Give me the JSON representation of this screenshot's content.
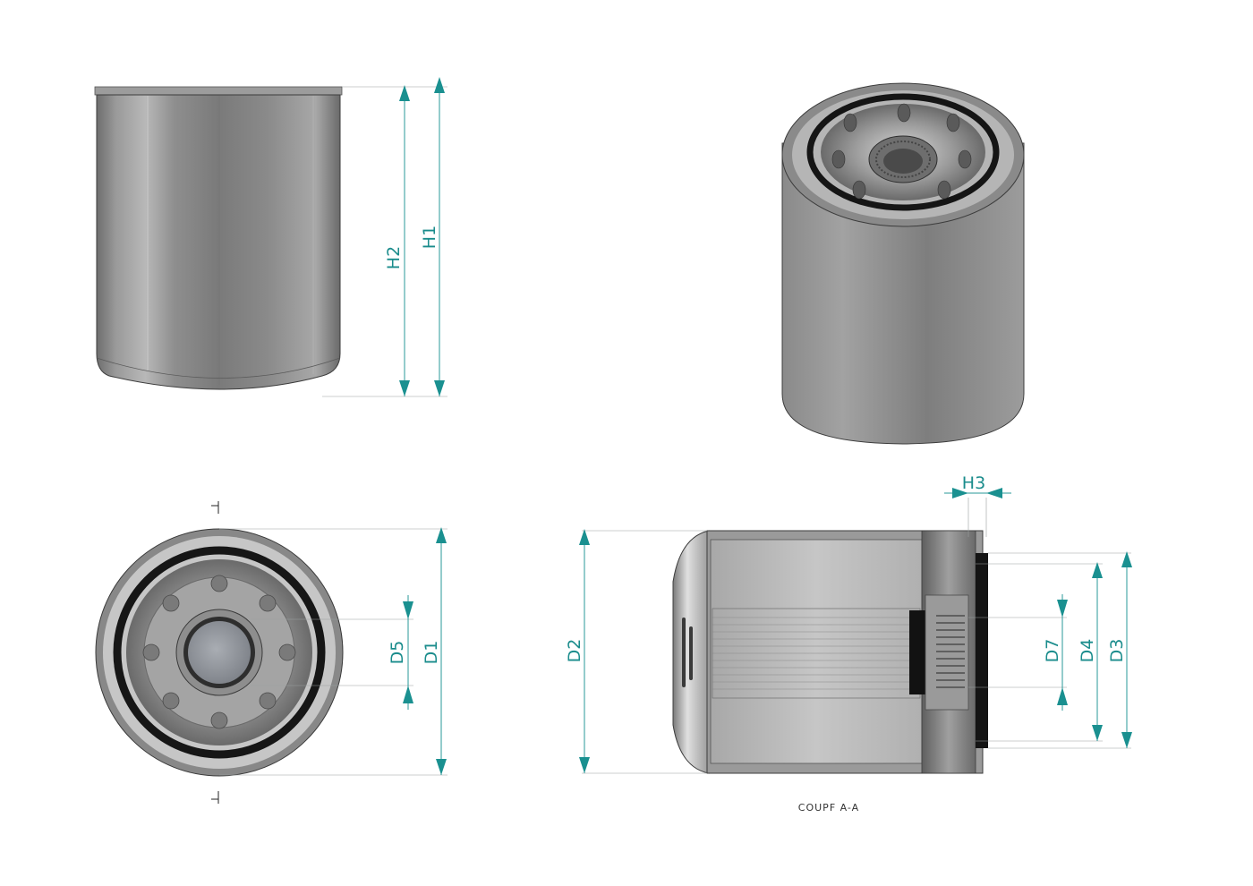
{
  "dimensions": {
    "h1": "H1",
    "h2": "H2",
    "h3": "H3",
    "d1": "D1",
    "d2": "D2",
    "d3": "D3",
    "d4": "D4",
    "d5": "D5",
    "d7": "D7"
  },
  "section_caption": "COUPF A-A",
  "colors": {
    "dimension": "#1a9090",
    "body_gray": "#8c8c8c"
  }
}
